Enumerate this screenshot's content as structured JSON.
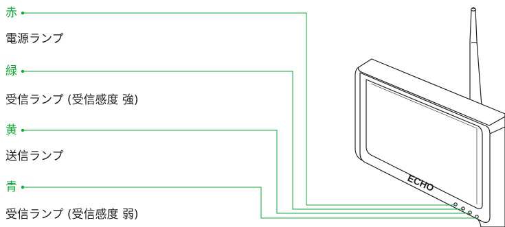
{
  "leds": [
    {
      "color_name": "赤",
      "description": "電源ランプ"
    },
    {
      "color_name": "緑",
      "description": "受信ランプ (受信感度 強)"
    },
    {
      "color_name": "黄",
      "description": "送信ランプ"
    },
    {
      "color_name": "青",
      "description": "受信ランプ (受信感度 弱)"
    }
  ],
  "device": {
    "logo_text": "ECHO"
  },
  "colors": {
    "leader_line": "#12a637",
    "text": "#231f20",
    "device_outline": "#231f20"
  }
}
